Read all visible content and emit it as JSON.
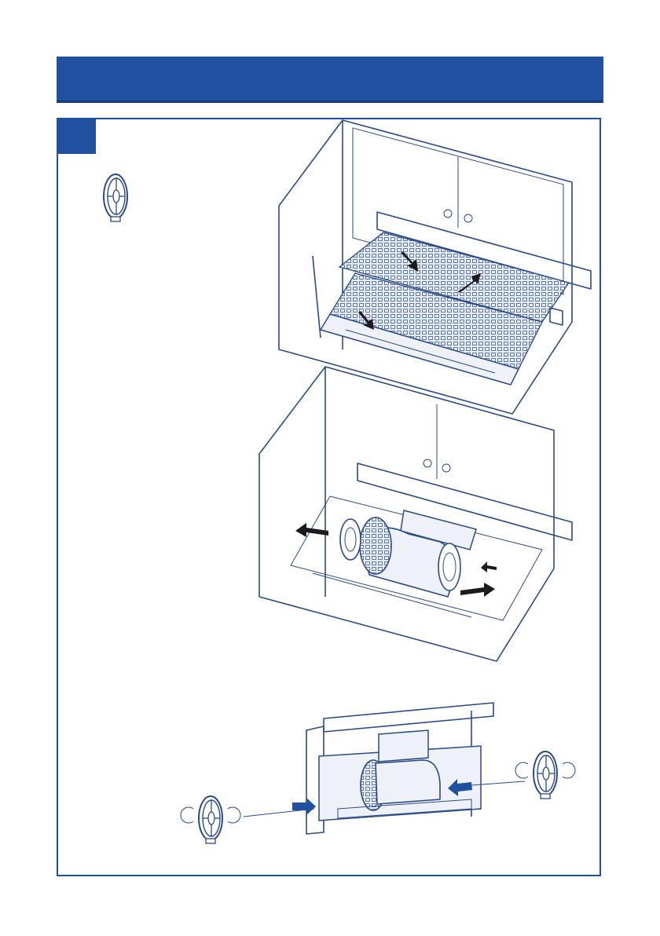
{
  "header": {
    "bar_color": "#2150a0"
  },
  "step_marker": {
    "color": "#2150a0"
  },
  "illustrations": [
    {
      "id": "filter-reference",
      "icon": "carbon-filter-icon"
    },
    {
      "id": "remove-grease-filters",
      "icon": "hood-filters-drawing"
    },
    {
      "id": "motor-side-clips",
      "icon": "hood-motor-drawing"
    },
    {
      "id": "attach-carbon-filters",
      "icon": "motor-carbon-filters-drawing"
    }
  ],
  "colors": {
    "accent": "#2150a0",
    "line": "#2b4a86",
    "arrow": "#1b1b1b"
  }
}
